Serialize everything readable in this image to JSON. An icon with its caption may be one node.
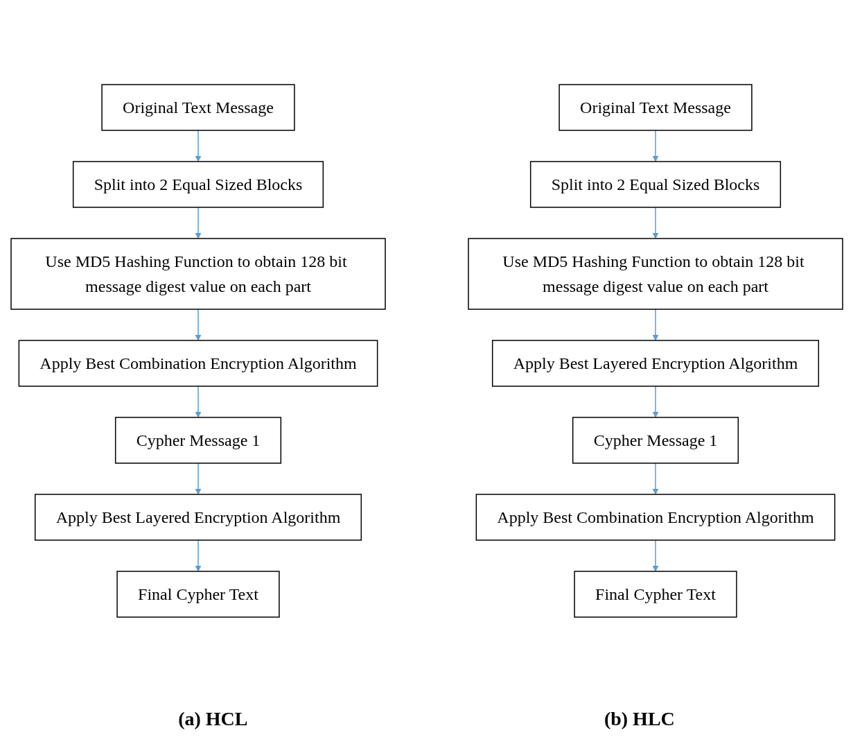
{
  "diagram": {
    "nodes": [
      {
        "text": [
          "Original Text Message"
        ]
      },
      {
        "text": [
          "Split into 2 Equal Sized Blocks"
        ]
      },
      {
        "text": [
          "Use MD5 Hashing Function to obtain 128 bit message digest value on each part"
        ]
      },
      {
        "text": [
          "Apply Best Combination Encryption Algorithm"
        ]
      },
      {
        "text": [
          "Cypher Message 1"
        ]
      },
      {
        "text": [
          "Apply Best Layered Encryption Algorithm"
        ]
      },
      {
        "text": [
          "Final Cypher Text"
        ]
      },
      {
        "text": [
          "Original Text Message"
        ]
      },
      {
        "text": [
          "Split into 2 Equal Sized Blocks"
        ]
      },
      {
        "text": [
          "Use MD5 Hashing Function to obtain 128 bit message digest value on each part"
        ]
      },
      {
        "text": [
          "Apply Best Layered Encryption Algorithm"
        ]
      },
      {
        "text": [
          "Cypher Message 1"
        ]
      },
      {
        "text": [
          "Apply Best Combination Encryption Algorithm"
        ]
      },
      {
        "text": [
          "Final Cypher Text"
        ]
      }
    ],
    "edges": [
      {
        "from": 0,
        "to": 1,
        "arrow": "to"
      },
      {
        "from": 1,
        "to": 2,
        "arrow": "to"
      },
      {
        "from": 2,
        "to": 3,
        "arrow": "to"
      },
      {
        "from": 3,
        "to": 4,
        "arrow": "to"
      },
      {
        "from": 4,
        "to": 5,
        "arrow": "to"
      },
      {
        "from": 5,
        "to": 6,
        "arrow": "to"
      },
      {
        "from": 7,
        "to": 8,
        "arrow": "to"
      },
      {
        "from": 8,
        "to": 9,
        "arrow": "to"
      },
      {
        "from": 9,
        "to": 10,
        "arrow": "to"
      },
      {
        "from": 10,
        "to": 11,
        "arrow": "to"
      },
      {
        "from": 11,
        "to": 12,
        "arrow": "to"
      },
      {
        "from": 12,
        "to": 13,
        "arrow": "to"
      }
    ],
    "labels": [
      "(a) HCL",
      "(b) HLC"
    ]
  }
}
